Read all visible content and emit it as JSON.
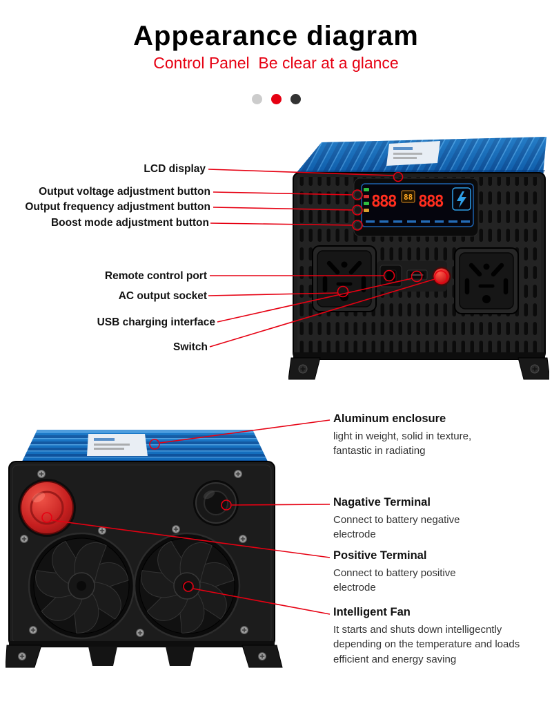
{
  "header": {
    "title": "Appearance diagram",
    "subtitle": "Control Panel  Be clear at a glance"
  },
  "pager_dots": {
    "colors": [
      "#cccccc",
      "#e60012",
      "#333333"
    ]
  },
  "colors": {
    "accent_red": "#e60012",
    "device_blue": "#1473c4"
  },
  "front_view": {
    "lcd": {
      "left_digits": "888",
      "small_digits": "88",
      "right_digits": "888"
    },
    "labels": {
      "lcd": "LCD display",
      "voltage": "Output voltage adjustment button",
      "frequency": "Output frequency adjustment button",
      "boost": "Boost mode adjustment button",
      "remote": "Remote control port",
      "ac": "AC output socket",
      "usb": "USB charging interface",
      "switch": "Switch"
    }
  },
  "back_view": {
    "features": [
      {
        "title": "Aluminum enclosure",
        "desc": "light in weight, solid in texture,\nfantastic in radiating"
      },
      {
        "title": "Nagative Terminal",
        "desc": "Connect to battery negative\nelectrode"
      },
      {
        "title": "Positive Terminal",
        "desc": "Connect to battery positive\nelectrode"
      },
      {
        "title": "Intelligent Fan",
        "desc": "It starts and shuts down intelligecntly\ndepending on the temperature and loads\nefficient and energy saving"
      }
    ]
  }
}
